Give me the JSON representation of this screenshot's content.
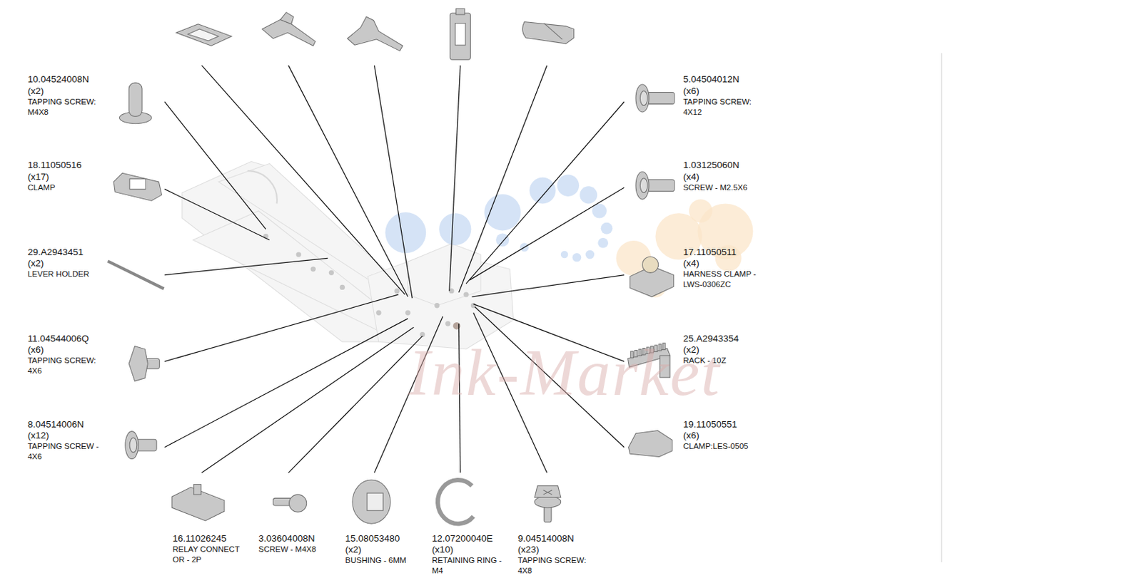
{
  "diagram": {
    "labels": [
      "10.04524008N",
      "(x2)",
      "TAPPING SCREW: M4X8",
      "5.04504012N",
      "(x6)",
      "TAPPING SCREW: 4X12",
      "18.11050516",
      "(x17)",
      "CLAMP",
      "1.03125060N",
      "(x4)",
      "SCREW - M2.5X6",
      "29.A2943451",
      "(x2)",
      "LEVER HOLDER",
      "17.11050511",
      "(x4)",
      "HARNESS CLAMP - LWS-0306ZC",
      "11.04544006Q",
      "(x6)",
      "TAPPING SCREW: 4X6",
      "25.A2943354",
      "(x2)",
      "RACK - 10Z",
      "8.04514006N",
      "(x12)",
      "TAPPING SCREW - 4X6",
      "19.11050551",
      "(x6)",
      "CLAMP:LES-0505",
      "16.11026245",
      "RELAY CONNECT OR - 2P",
      "3.03604008N",
      "SCREW - M4X8",
      "15.08053480",
      "(x2)",
      "BUSHING - 6MM",
      "12.07200040E",
      "(x10)",
      "RETAINING RING - M4",
      "9.04514008N",
      "(x23)",
      "TAPPING SCREW: 4X8",
      "Ink-Market"
    ]
  }
}
